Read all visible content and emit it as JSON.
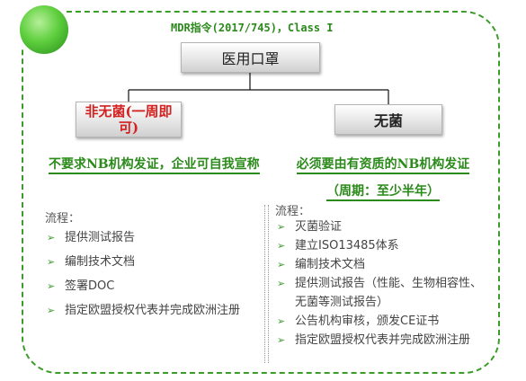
{
  "title": "MDR指令(2017/745)，Class I",
  "root": "医用口罩",
  "branches": {
    "left": "非无菌(一周即可)",
    "right": "无菌"
  },
  "left": {
    "heading": "不要求NB机构发证，企业可自我宣称",
    "flow_label": "流程：",
    "steps": [
      "提供测试报告",
      "编制技术文档",
      "签署DOC",
      "指定欧盟授权代表并完成欧洲注册"
    ]
  },
  "right": {
    "heading": "必须要由有资质的NB机构发证",
    "subheading": "（周期：至少半年）",
    "flow_label": "流程：",
    "steps": [
      "灭菌验证",
      "建立ISO13485体系",
      "编制技术文档",
      "提供测试报告（性能、生物相容性、无菌等测试报告）",
      "公告机构审核，颁发CE证书",
      "指定欧盟授权代表并完成欧洲注册"
    ]
  },
  "colors": {
    "accent_green": "#2a8a1a",
    "alert_red": "#d32020",
    "frame_border": "#3c9c2a"
  }
}
